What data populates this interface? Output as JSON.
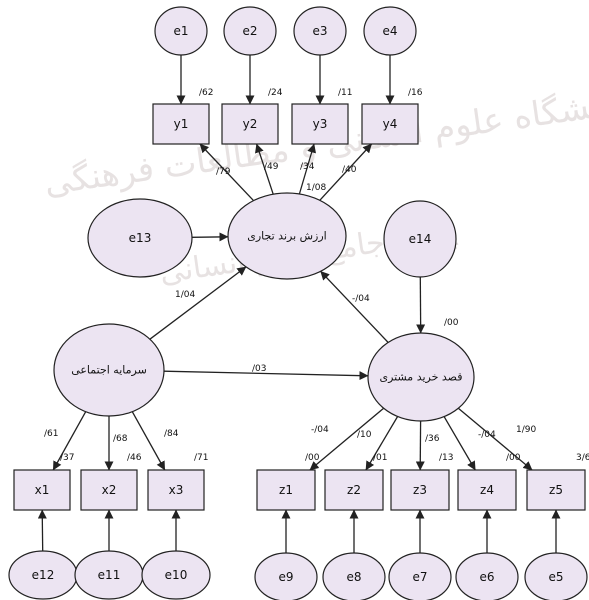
{
  "diagram": {
    "watermark_lines": [
      "پژوهشگاه علوم انسانی و مطالعات فرهنگی",
      "پرتال جامع علوم انسانی"
    ],
    "nodes": [
      {
        "id": "e1",
        "label": "e1",
        "shape": "ellipse"
      },
      {
        "id": "e2",
        "label": "e2",
        "shape": "ellipse"
      },
      {
        "id": "e3",
        "label": "e3",
        "shape": "ellipse"
      },
      {
        "id": "e4",
        "label": "e4",
        "shape": "ellipse"
      },
      {
        "id": "y1",
        "label": "y1",
        "shape": "rect"
      },
      {
        "id": "y2",
        "label": "y2",
        "shape": "rect"
      },
      {
        "id": "y3",
        "label": "y3",
        "shape": "rect"
      },
      {
        "id": "y4",
        "label": "y4",
        "shape": "rect"
      },
      {
        "id": "brand",
        "label": "ارزش برند تجاری",
        "shape": "ellipse"
      },
      {
        "id": "e13",
        "label": "e13",
        "shape": "ellipse"
      },
      {
        "id": "e14",
        "label": "e14",
        "shape": "ellipse"
      },
      {
        "id": "social",
        "label": "سرمایه اجتماعی",
        "shape": "ellipse"
      },
      {
        "id": "intent",
        "label": "قصد خرید مشتری",
        "shape": "ellipse"
      },
      {
        "id": "x1",
        "label": "x1",
        "shape": "rect"
      },
      {
        "id": "x2",
        "label": "x2",
        "shape": "rect"
      },
      {
        "id": "x3",
        "label": "x3",
        "shape": "rect"
      },
      {
        "id": "z1",
        "label": "z1",
        "shape": "rect"
      },
      {
        "id": "z2",
        "label": "z2",
        "shape": "rect"
      },
      {
        "id": "z3",
        "label": "z3",
        "shape": "rect"
      },
      {
        "id": "z4",
        "label": "z4",
        "shape": "rect"
      },
      {
        "id": "z5",
        "label": "z5",
        "shape": "rect"
      },
      {
        "id": "e12",
        "label": "e12",
        "shape": "ellipse"
      },
      {
        "id": "e11",
        "label": "e11",
        "shape": "ellipse"
      },
      {
        "id": "e10",
        "label": "e10",
        "shape": "ellipse"
      },
      {
        "id": "e9",
        "label": "e9",
        "shape": "ellipse"
      },
      {
        "id": "e8",
        "label": "e8",
        "shape": "ellipse"
      },
      {
        "id": "e7",
        "label": "e7",
        "shape": "ellipse"
      },
      {
        "id": "e6",
        "label": "e6",
        "shape": "ellipse"
      },
      {
        "id": "e5",
        "label": "e5",
        "shape": "ellipse"
      }
    ],
    "edges": [
      {
        "from": "e1",
        "to": "y1",
        "label": ""
      },
      {
        "from": "e2",
        "to": "y2",
        "label": ""
      },
      {
        "from": "e3",
        "to": "y3",
        "label": ""
      },
      {
        "from": "e4",
        "to": "y4",
        "label": ""
      },
      {
        "from": "brand",
        "to": "y1",
        "label": "/79"
      },
      {
        "from": "brand",
        "to": "y2",
        "label": "/49"
      },
      {
        "from": "brand",
        "to": "y3",
        "label": "/34"
      },
      {
        "from": "brand",
        "to": "y4",
        "label": "/40"
      },
      {
        "from": "e13",
        "to": "brand",
        "label": ""
      },
      {
        "from": "social",
        "to": "brand",
        "label": "1/04"
      },
      {
        "from": "intent",
        "to": "brand",
        "label": "-/04"
      },
      {
        "from": "e14",
        "to": "intent",
        "label": ""
      },
      {
        "from": "social",
        "to": "intent",
        "label": "/03"
      },
      {
        "from": "social",
        "to": "x1",
        "label": "/61"
      },
      {
        "from": "social",
        "to": "x2",
        "label": "/68"
      },
      {
        "from": "social",
        "to": "x3",
        "label": "/84"
      },
      {
        "from": "intent",
        "to": "z1",
        "label": "-/04"
      },
      {
        "from": "intent",
        "to": "z2",
        "label": "/10"
      },
      {
        "from": "intent",
        "to": "z3",
        "label": "/36"
      },
      {
        "from": "intent",
        "to": "z4",
        "label": "-/04"
      },
      {
        "from": "intent",
        "to": "z5",
        "label": "1/90"
      },
      {
        "from": "e12",
        "to": "x1",
        "label": ""
      },
      {
        "from": "e11",
        "to": "x2",
        "label": ""
      },
      {
        "from": "e10",
        "to": "x3",
        "label": ""
      },
      {
        "from": "e9",
        "to": "z1",
        "label": ""
      },
      {
        "from": "e8",
        "to": "z2",
        "label": ""
      },
      {
        "from": "e7",
        "to": "z3",
        "label": ""
      },
      {
        "from": "e6",
        "to": "z4",
        "label": ""
      },
      {
        "from": "e5",
        "to": "z5",
        "label": ""
      }
    ],
    "node_values": {
      "y1": "/62",
      "y2": "/24",
      "y3": "/11",
      "y4": "/16",
      "brand": "1/08",
      "intent": "/00",
      "x1": "/37",
      "x2": "/46",
      "x3": "/71",
      "z1": "/00",
      "z2": "/01",
      "z3": "/13",
      "z4": "/00",
      "z5": "3/6"
    }
  }
}
